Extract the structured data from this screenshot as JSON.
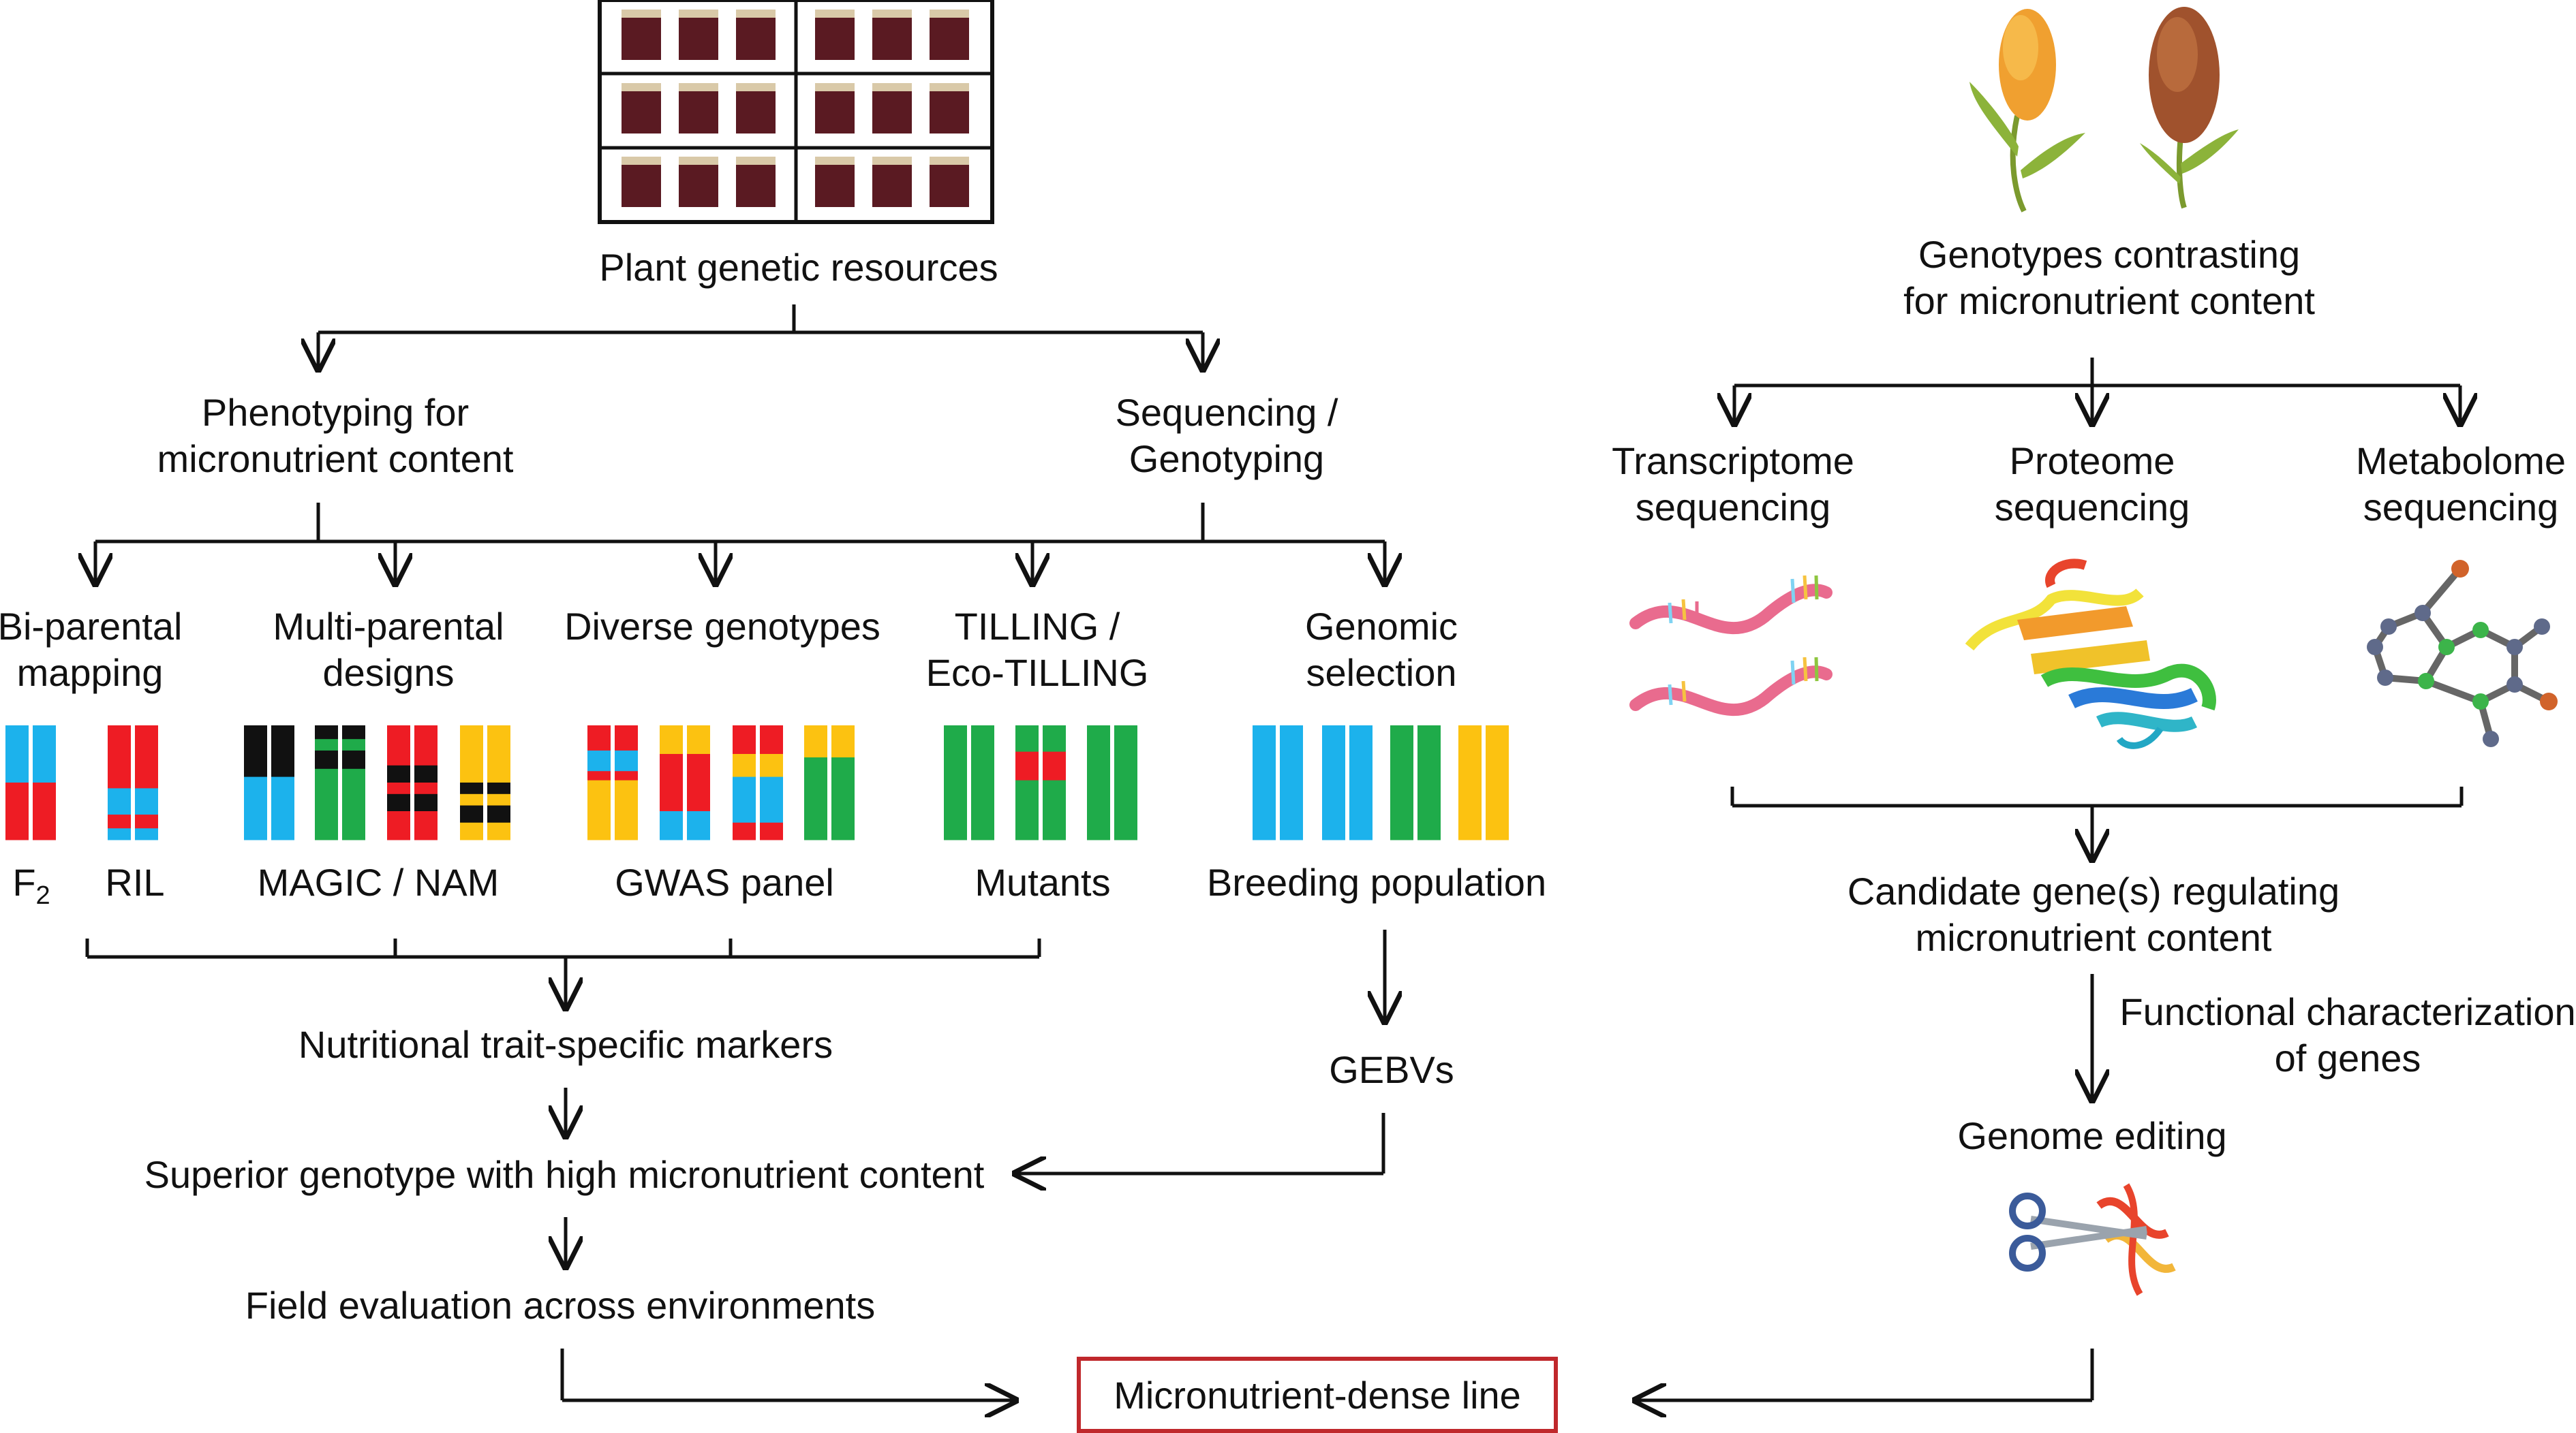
{
  "colors": {
    "blue": "#1cb2ec",
    "red": "#ee1c24",
    "green": "#1fab4a",
    "yellow": "#fcc211",
    "black": "#111111",
    "seed_jar": "#5a1a22",
    "line_dark": "#111111",
    "box_border": "#c0282c",
    "rna": "#e96b8e"
  },
  "left": {
    "resources": "Plant genetic resources",
    "phenotyping": [
      "Phenotyping for",
      "micronutrient content"
    ],
    "sequencing": [
      "Sequencing /",
      "Genotyping"
    ],
    "categories": [
      {
        "title": [
          "Bi-parental",
          "mapping"
        ]
      },
      {
        "title": [
          "Multi-parental",
          "designs"
        ]
      },
      {
        "title": [
          "Diverse genotypes"
        ]
      },
      {
        "title": [
          "TILLING /",
          "Eco-TILLING"
        ]
      },
      {
        "title": [
          "Genomic",
          "selection"
        ]
      }
    ],
    "population_labels": {
      "f2_base": "F",
      "f2_sub": "2",
      "ril": "RIL",
      "magic": "MAGIC / NAM",
      "gwas": "GWAS panel",
      "mutants": "Mutants",
      "breeding": "Breeding population"
    },
    "markers": "Nutritional trait-specific markers",
    "gebv": "GEBVs",
    "superior": "Superior genotype with high micronutrient content",
    "field": "Field evaluation across environments"
  },
  "right": {
    "contrasting": [
      "Genotypes contrasting",
      "for micronutrient content"
    ],
    "omics": [
      {
        "title": [
          "Transcriptome",
          "sequencing"
        ]
      },
      {
        "title": [
          "Proteome",
          "sequencing"
        ]
      },
      {
        "title": [
          "Metabolome",
          "sequencing"
        ]
      }
    ],
    "candidate": [
      "Candidate gene(s) regulating",
      "micronutrient content"
    ],
    "functional": [
      "Functional characterization",
      "of genes"
    ],
    "editing": "Genome editing"
  },
  "final": "Micronutrient-dense line",
  "icons": [
    "seed-bank-jars",
    "sorghum-plant-icon",
    "rna-strand-icon",
    "protein-structure-icon",
    "metabolite-molecule-icon",
    "crispr-scissors-icon"
  ]
}
